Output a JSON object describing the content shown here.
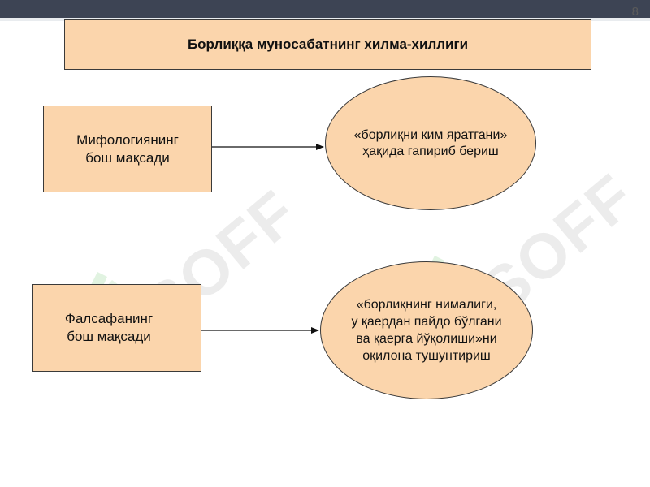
{
  "slide": {
    "page_number": "8",
    "title": "Борлиққа муносабатнинг хилма-хиллиги"
  },
  "diagram": {
    "rows": [
      {
        "left_label": "Мифологиянинг\nбош мақсади",
        "right_label": "«борлиқни ким яратгани»\nҳақида гапириб бериш"
      },
      {
        "left_label": "Фалсафанинг\nбош мақсади",
        "right_label": "«борлиқнинг нималиги,\nу қаердан пайдо бўлгани\nва қаерга йўқолиши»ни\nоқилона тушунтириш"
      }
    ]
  },
  "watermark": {
    "text": "SOFF"
  },
  "colors": {
    "box_fill": "#fbd5ac",
    "border": "#3a3a3a",
    "top_bar": "#3d4454"
  }
}
